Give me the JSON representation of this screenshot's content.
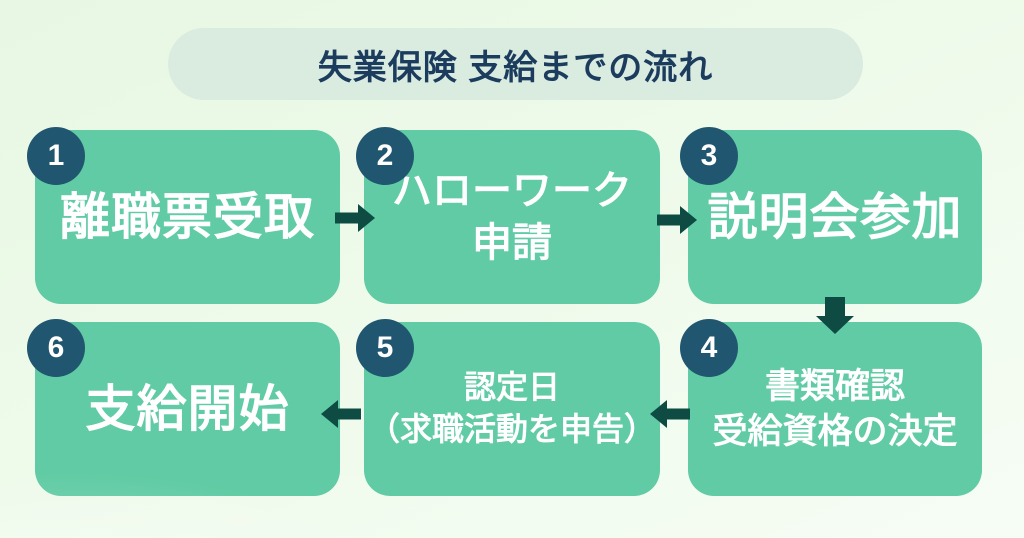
{
  "title": "失業保険 支給までの流れ",
  "steps": [
    {
      "number": "1",
      "lines": [
        "離職票受取"
      ]
    },
    {
      "number": "2",
      "lines": [
        "ハローワーク",
        "申請"
      ]
    },
    {
      "number": "3",
      "lines": [
        "説明会参加"
      ]
    },
    {
      "number": "4",
      "lines": [
        "書類確認",
        "受給資格の決定"
      ]
    },
    {
      "number": "5",
      "lines": [
        "認定日",
        "（求職活動を申告）"
      ]
    },
    {
      "number": "6",
      "lines": [
        "支給開始"
      ]
    }
  ],
  "flow": [
    {
      "from": "1",
      "to": "2",
      "direction": "right"
    },
    {
      "from": "2",
      "to": "3",
      "direction": "right"
    },
    {
      "from": "3",
      "to": "4",
      "direction": "down"
    },
    {
      "from": "4",
      "to": "5",
      "direction": "left"
    },
    {
      "from": "5",
      "to": "6",
      "direction": "left"
    }
  ],
  "colors": {
    "page_bg_start": "#E7F7E3",
    "page_bg_end": "#F6FDF5",
    "title_pill_bg": "#DAEBE0",
    "title_text": "#1C3C5E",
    "box_bg": "#60CBA4",
    "box_text": "#FFFFFF",
    "badge_bg": "#20566F",
    "badge_text": "#FFFFFF",
    "arrow": "#0E4B43"
  }
}
